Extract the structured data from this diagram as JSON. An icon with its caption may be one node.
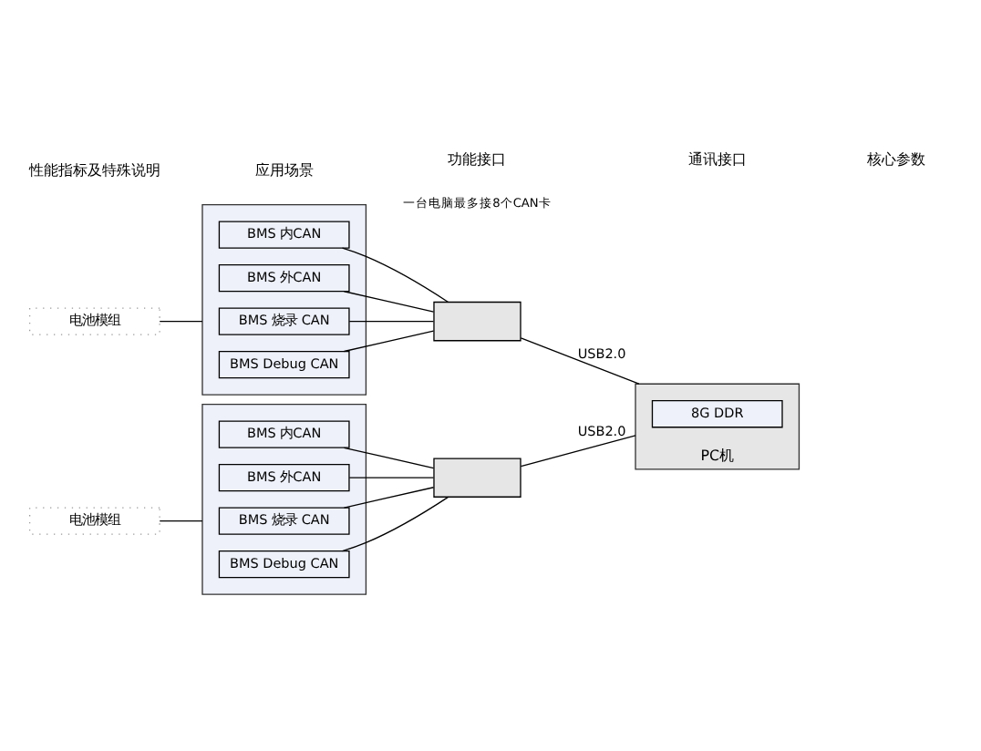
{
  "diagram": {
    "nodes": [
      {
        "text": [
          "电池模组"
        ]
      },
      {
        "text": [],
        "shape": "box"
      },
      {
        "text": [
          "BMS 内CAN"
        ],
        "in": 1
      },
      {
        "text": [
          "BMS 外CAN"
        ],
        "in": 1
      },
      {
        "text": [
          "BMS 烧录 CAN"
        ],
        "in": 1
      },
      {
        "text": [
          "BMS Debug CAN"
        ],
        "in": 1
      },
      {
        "text": [],
        "shape": "box"
      },
      {
        "text": [
          "PC机"
        ]
      },
      {
        "text": [
          "8G DDR"
        ],
        "in": 7
      },
      {
        "text": [
          "电池模组"
        ]
      },
      {
        "text": [],
        "shape": "box"
      },
      {
        "text": [
          "BMS 内CAN"
        ],
        "in": 10
      },
      {
        "text": [
          "BMS 外CAN"
        ],
        "in": 10
      },
      {
        "text": [
          "BMS 烧录 CAN"
        ],
        "in": 10
      },
      {
        "text": [
          "BMS Debug CAN"
        ],
        "in": 10
      },
      {
        "text": [],
        "shape": "box"
      }
    ],
    "edges": [
      {
        "from": 0,
        "to": 1,
        "arrow": "none"
      },
      {
        "from": 2,
        "to": 6,
        "arrow": "none"
      },
      {
        "from": 3,
        "to": 6,
        "arrow": "none"
      },
      {
        "from": 4,
        "to": 6,
        "arrow": "none"
      },
      {
        "from": 5,
        "to": 6,
        "arrow": "none"
      },
      {
        "from": 6,
        "to": 7,
        "label": "USB2.0",
        "arrow": "none"
      },
      {
        "from": 9,
        "to": 10,
        "arrow": "none"
      },
      {
        "from": 11,
        "to": 15,
        "arrow": "none"
      },
      {
        "from": 12,
        "to": 15,
        "arrow": "none"
      },
      {
        "from": 13,
        "to": 15,
        "arrow": "none"
      },
      {
        "from": 14,
        "to": 15,
        "arrow": "none"
      },
      {
        "from": 15,
        "to": 7,
        "label": "USB2.0",
        "arrow": "none"
      }
    ],
    "labels": [
      "性能指标及特殊说明",
      "应用场景",
      "功能接口",
      "通讯接口",
      "核心参数",
      "一台电脑最多接8个CAN卡"
    ]
  }
}
